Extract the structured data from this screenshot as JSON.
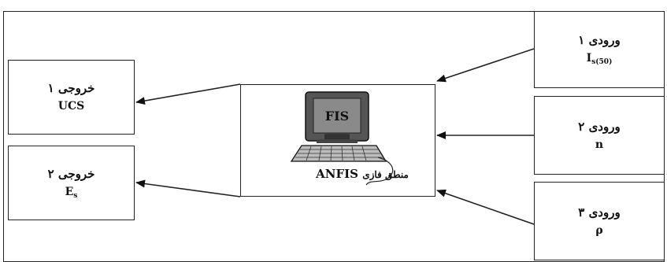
{
  "outputs": [
    {
      "fa": "خروجی ۱",
      "en": "UCS",
      "sub": ""
    },
    {
      "fa": "خروجی ۲",
      "en": "E",
      "sub": "s"
    }
  ],
  "inputs": [
    {
      "fa": "ورودی ۱",
      "en": "I",
      "sub": "s(50)"
    },
    {
      "fa": "ورودی ۲",
      "en": "n",
      "sub": ""
    },
    {
      "fa": "ورودی ۳",
      "en": "ρ",
      "sub": ""
    }
  ],
  "center": {
    "screen_label": "FIS",
    "model": "ANFIS",
    "fa_label": "منطق فازی"
  },
  "icons": [
    "computer-monitor-icon",
    "keyboard-icon"
  ]
}
